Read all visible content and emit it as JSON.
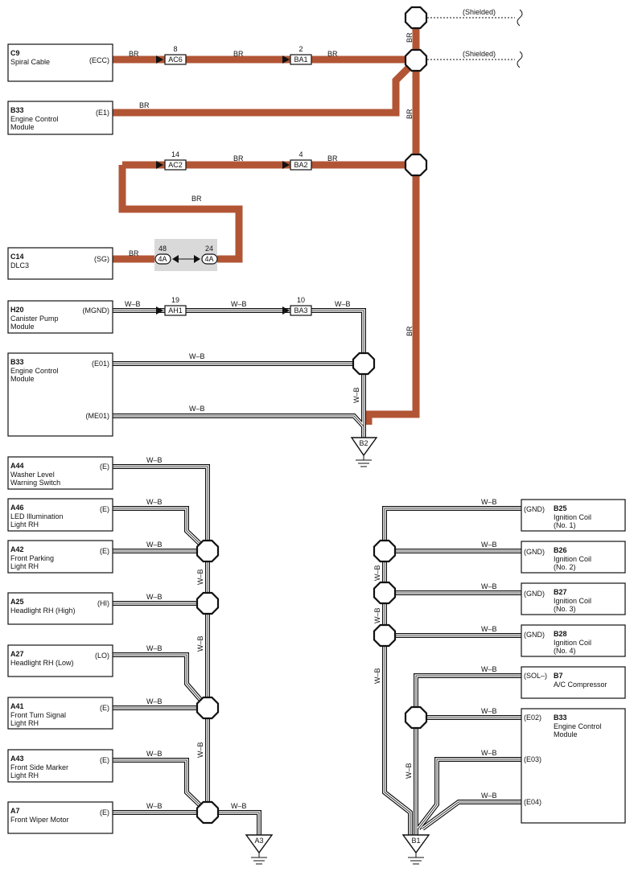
{
  "wire_colors": {
    "br": "BR",
    "wb": "W–B",
    "br_hex": "#b25535"
  },
  "shielded_label": "(Shielded)",
  "components": [
    {
      "code": "C9",
      "name": [
        "Spiral Cable"
      ],
      "pins": [
        "(ECC)"
      ]
    },
    {
      "code": "B33",
      "name": [
        "Engine Control",
        "Module"
      ],
      "pins": [
        "(E1)"
      ]
    },
    {
      "code": "C14",
      "name": [
        "DLC3"
      ],
      "pins": [
        "(SG)"
      ]
    },
    {
      "code": "H20",
      "name": [
        "Canister Pump",
        "Module"
      ],
      "pins": [
        "(MGND)"
      ]
    },
    {
      "code": "B33",
      "name": [
        "Engine Control",
        "Module"
      ],
      "pins": [
        "(E01)",
        "(ME01)"
      ]
    },
    {
      "code": "A44",
      "name": [
        "Washer Level",
        "Warning Switch"
      ],
      "pins": [
        "(E)"
      ]
    },
    {
      "code": "A46",
      "name": [
        "LED Illumination",
        "Light RH"
      ],
      "pins": [
        "(E)"
      ]
    },
    {
      "code": "A42",
      "name": [
        "Front Parking",
        "Light RH"
      ],
      "pins": [
        "(E)"
      ]
    },
    {
      "code": "A25",
      "name": [
        "Headlight RH (High)"
      ],
      "pins": [
        "(HI)"
      ]
    },
    {
      "code": "A27",
      "name": [
        "Headlight RH (Low)"
      ],
      "pins": [
        "(LO)"
      ]
    },
    {
      "code": "A41",
      "name": [
        "Front Turn Signal",
        "Light RH"
      ],
      "pins": [
        "(E)"
      ]
    },
    {
      "code": "A43",
      "name": [
        "Front Side Marker",
        "Light RH"
      ],
      "pins": [
        "(E)"
      ]
    },
    {
      "code": "A7",
      "name": [
        "Front Wiper Motor"
      ],
      "pins": [
        "(E)"
      ]
    },
    {
      "code": "B25",
      "name": [
        "Ignition Coil",
        "(No. 1)"
      ],
      "pins": [
        "(GND)"
      ]
    },
    {
      "code": "B26",
      "name": [
        "Ignition Coil",
        "(No. 2)"
      ],
      "pins": [
        "(GND)"
      ]
    },
    {
      "code": "B27",
      "name": [
        "Ignition Coil",
        "(No. 3)"
      ],
      "pins": [
        "(GND)"
      ]
    },
    {
      "code": "B28",
      "name": [
        "Ignition Coil",
        "(No. 4)"
      ],
      "pins": [
        "(GND)"
      ]
    },
    {
      "code": "B7",
      "name": [
        "A/C Compressor"
      ],
      "pins": [
        "(SOL–)"
      ]
    },
    {
      "code": "B33",
      "name": [
        "Engine Control",
        "Module"
      ],
      "pins": [
        "(E02)",
        "(E03)",
        "(E04)"
      ]
    }
  ],
  "connectors": [
    {
      "name": "AC6",
      "pin": "8"
    },
    {
      "name": "BA1",
      "pin": "2"
    },
    {
      "name": "AC2",
      "pin": "14"
    },
    {
      "name": "BA2",
      "pin": "4"
    },
    {
      "name": "4A",
      "pin": "48"
    },
    {
      "name": "4A",
      "pin": "24"
    },
    {
      "name": "AH1",
      "pin": "19"
    },
    {
      "name": "BA3",
      "pin": "10"
    }
  ],
  "grounds": [
    "B2",
    "A3",
    "B1"
  ]
}
